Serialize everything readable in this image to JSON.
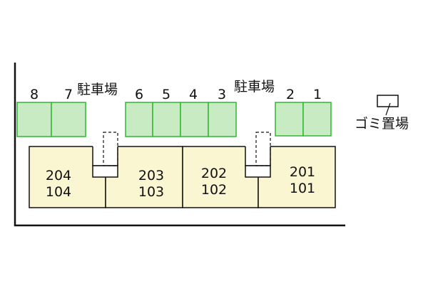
{
  "labels": {
    "parking": "駐車場",
    "garbage": "ゴミ置場"
  },
  "parking_spaces": [
    "8",
    "7",
    "6",
    "5",
    "4",
    "3",
    "2",
    "1"
  ],
  "units": [
    {
      "upper": "204",
      "lower": "104"
    },
    {
      "upper": "203",
      "lower": "103"
    },
    {
      "upper": "202",
      "lower": "102"
    },
    {
      "upper": "201",
      "lower": "101"
    }
  ],
  "colors": {
    "parking_fill": "#c9ebc3",
    "parking_stroke": "#2fb832",
    "building_fill": "#fbf6d2",
    "line": "#111111"
  }
}
